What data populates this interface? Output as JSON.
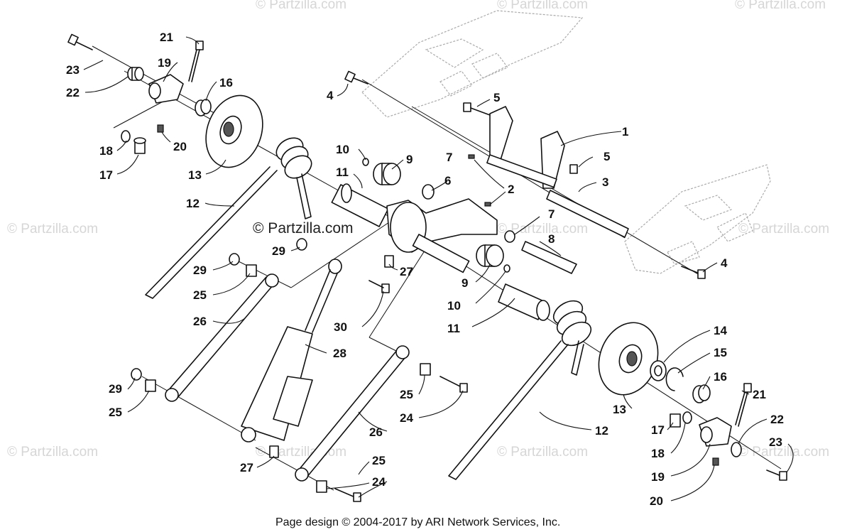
{
  "watermarks": {
    "brand": "© Partzilla.com",
    "main": "© Partzilla.com"
  },
  "footer": "Page design © 2004-2017 by ARI Network Services, Inc.",
  "callouts": [
    "1",
    "2",
    "3",
    "4",
    "4",
    "5",
    "5",
    "6",
    "7",
    "7",
    "8",
    "9",
    "9",
    "10",
    "10",
    "11",
    "11",
    "12",
    "12",
    "13",
    "13",
    "14",
    "15",
    "16",
    "16",
    "17",
    "17",
    "18",
    "18",
    "19",
    "19",
    "20",
    "20",
    "21",
    "21",
    "22",
    "22",
    "23",
    "23",
    "24",
    "24",
    "25",
    "25",
    "25",
    "25",
    "26",
    "26",
    "27",
    "27",
    "28",
    "29",
    "29",
    "29",
    "30"
  ]
}
